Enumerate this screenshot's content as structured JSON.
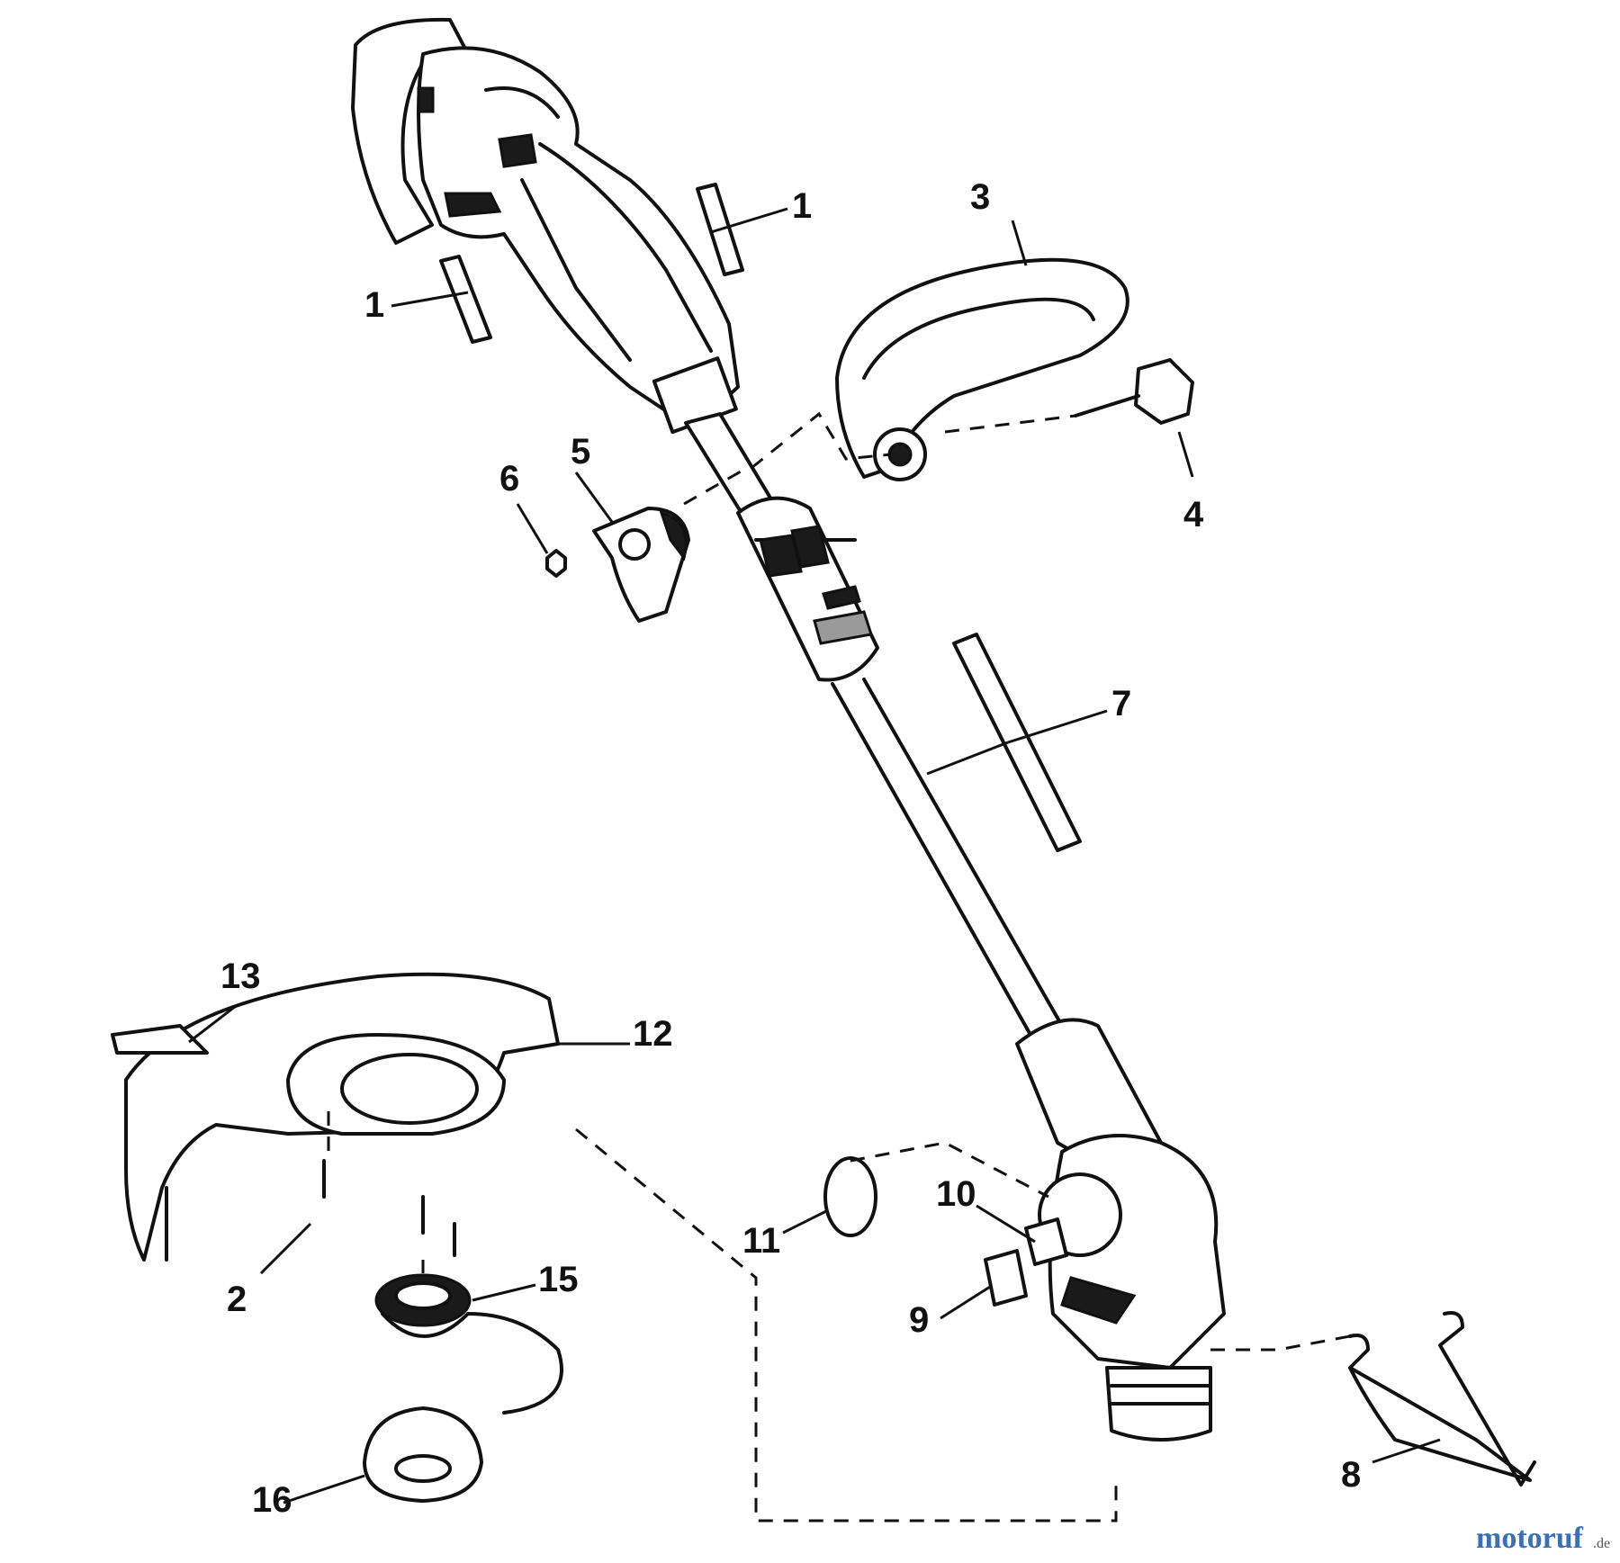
{
  "callouts": [
    {
      "label": "1"
    },
    {
      "label": "1"
    },
    {
      "label": "3"
    },
    {
      "label": "4"
    },
    {
      "label": "5"
    },
    {
      "label": "6"
    },
    {
      "label": "7"
    },
    {
      "label": "13"
    },
    {
      "label": "12"
    },
    {
      "label": "2"
    },
    {
      "label": "15"
    },
    {
      "label": "16"
    },
    {
      "label": "11"
    },
    {
      "label": "10"
    },
    {
      "label": "9"
    },
    {
      "label": "8"
    }
  ],
  "watermark": {
    "name": "motoruf",
    "suffix": ".de",
    "colors": [
      "#3b6fb6",
      "#e07b1f",
      "#4a9c3b",
      "#c0392b"
    ]
  }
}
